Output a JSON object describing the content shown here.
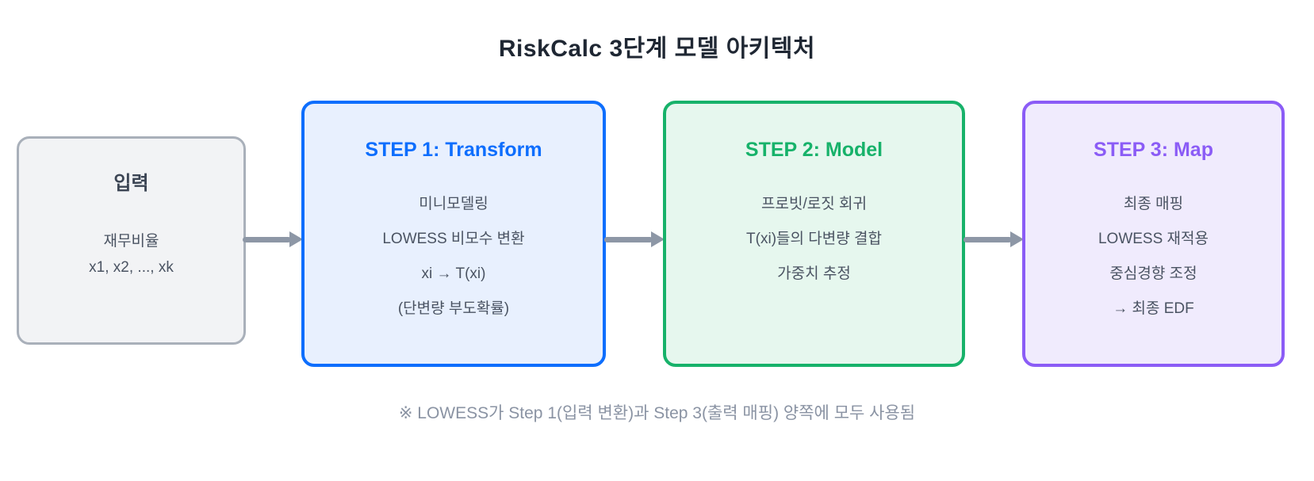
{
  "title": "RiskCalc 3단계 모델 아키텍처",
  "input_box": {
    "title": "입력",
    "lines": [
      "재무비율",
      "x1, x2, ..., xk"
    ]
  },
  "steps": [
    {
      "title": "STEP 1: Transform",
      "lines": [
        "미니모델링",
        "LOWESS 비모수 변환",
        "xi → T(xi)",
        "(단변량 부도확률)"
      ]
    },
    {
      "title": "STEP 2: Model",
      "lines": [
        "프로빗/로짓 회귀",
        "T(xi)들의 다변량 결합",
        "가중치 추정"
      ]
    },
    {
      "title": "STEP 3: Map",
      "lines": [
        "최종 매핑",
        "LOWESS 재적용",
        "중심경향 조정",
        "→ 최종 EDF"
      ]
    }
  ],
  "note": "※ LOWESS가 Step 1(입력 변환)과 Step 3(출력 매핑) 양쪽에 모두 사용됨",
  "colors": {
    "title_text": "#1f2733",
    "body_text": "#4a5362",
    "note_text": "#8a93a3",
    "arrow": "#8d97a6",
    "input_bg": "#f2f3f5",
    "input_border": "#a9b0ba",
    "step1_accent": "#0d6efd",
    "step1_bg": "#e8f0fe",
    "step2_accent": "#17b26a",
    "step2_bg": "#e6f7ee",
    "step3_accent": "#8b5cf6",
    "step3_bg": "#f0ebfd"
  }
}
